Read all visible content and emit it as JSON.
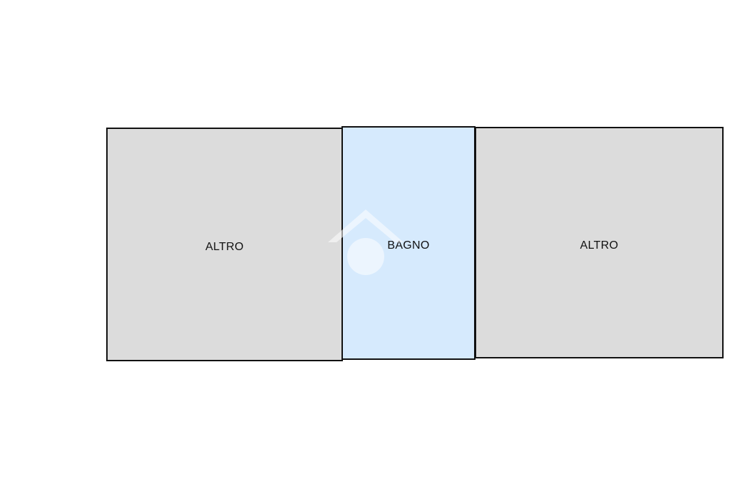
{
  "floorplan": {
    "rooms": [
      {
        "label": "ALTRO",
        "fill": "#dcdcdc"
      },
      {
        "label": "BAGNO",
        "fill": "#d6eafd"
      },
      {
        "label": "ALTRO",
        "fill": "#dcdcdc"
      }
    ],
    "border_color": "#111111",
    "watermark_icon": "house-logo-icon"
  }
}
